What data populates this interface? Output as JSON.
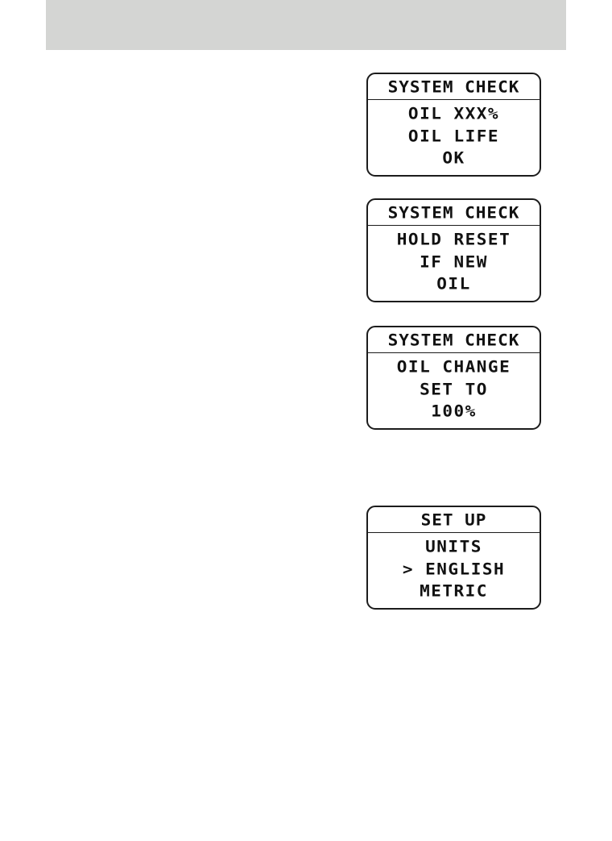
{
  "page": {
    "background_color": "#ffffff",
    "header_bar_color": "#d4d5d3",
    "lcd_border_color": "#1c1c1c",
    "lcd_text_color": "#111111"
  },
  "displays": [
    {
      "title": "SYSTEM CHECK",
      "lines": [
        "OIL XXX%",
        "OIL LIFE",
        "OK"
      ]
    },
    {
      "title": "SYSTEM CHECK",
      "lines": [
        "HOLD RESET",
        "IF NEW",
        "OIL"
      ]
    },
    {
      "title": "SYSTEM CHECK",
      "lines": [
        "OIL CHANGE",
        "SET TO",
        "100%"
      ]
    },
    {
      "title": "SET UP",
      "lines": [
        "UNITS",
        "> ENGLISH",
        "METRIC"
      ]
    }
  ]
}
